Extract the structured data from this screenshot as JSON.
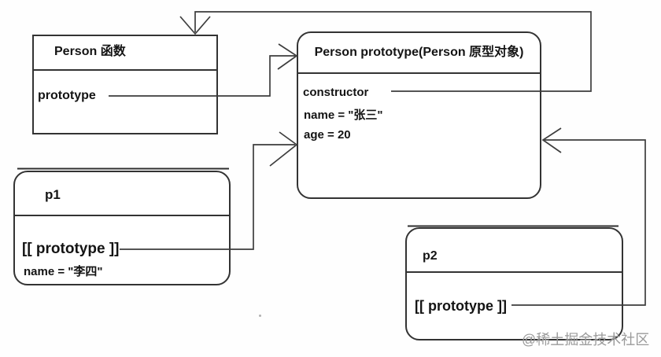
{
  "diagram": {
    "description": "JavaScript prototype chain diagram",
    "colors": {
      "background": "#ffffff",
      "line": "#3d3d3d",
      "border": "#333333",
      "text": "#141414",
      "watermark": "#9a9a9a"
    },
    "boxes": [
      {
        "id": "person-function",
        "title": "Person 函数",
        "properties": [
          "prototype"
        ]
      },
      {
        "id": "person-prototype",
        "title": "Person prototype(Person 原型对象)",
        "properties": [
          "constructor",
          "name = \"张三\"",
          "age = 20"
        ]
      },
      {
        "id": "p1",
        "title": "p1",
        "properties": [
          "[[ prototype ]]",
          "name = \"李四\""
        ]
      },
      {
        "id": "p2",
        "title": "p2",
        "properties": [
          "[[ prototype ]]"
        ]
      }
    ],
    "arrows": [
      {
        "from": "Person 函数.prototype",
        "to": "Person prototype 对象"
      },
      {
        "from": "Person prototype.constructor",
        "to": "Person 函数"
      },
      {
        "from": "p1.[[ prototype ]]",
        "to": "Person prototype 对象"
      },
      {
        "from": "p2.[[ prototype ]]",
        "to": "Person prototype 对象"
      }
    ],
    "watermark": "@稀土掘金技术社区"
  }
}
